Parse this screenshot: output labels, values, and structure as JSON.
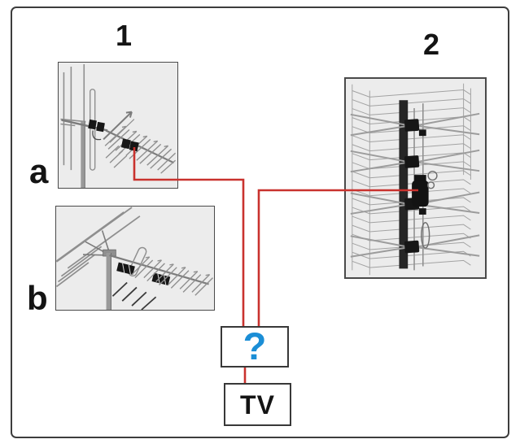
{
  "diagram": {
    "labels": {
      "option1": "1",
      "option2": "2",
      "sub_a": "a",
      "sub_b": "b",
      "unknown_device": "?",
      "tv": "TV"
    },
    "colors": {
      "cable_red": "#c9322e",
      "question_blue": "#1b8ed6",
      "panel_fill": "#ececec",
      "frame_border": "#3d3d3d"
    },
    "illustrations": {
      "antenna_a": "vhf-uhf-combo-yagi-antenna",
      "antenna_b": "vhf-log-periodic-with-uhf-yagi-antenna",
      "antenna_2": "uhf-grid-panel-antenna"
    },
    "connections": [
      {
        "from": "antenna-a",
        "to": "unknown-device"
      },
      {
        "from": "antenna-2",
        "to": "unknown-device"
      },
      {
        "from": "unknown-device",
        "to": "tv"
      }
    ]
  }
}
